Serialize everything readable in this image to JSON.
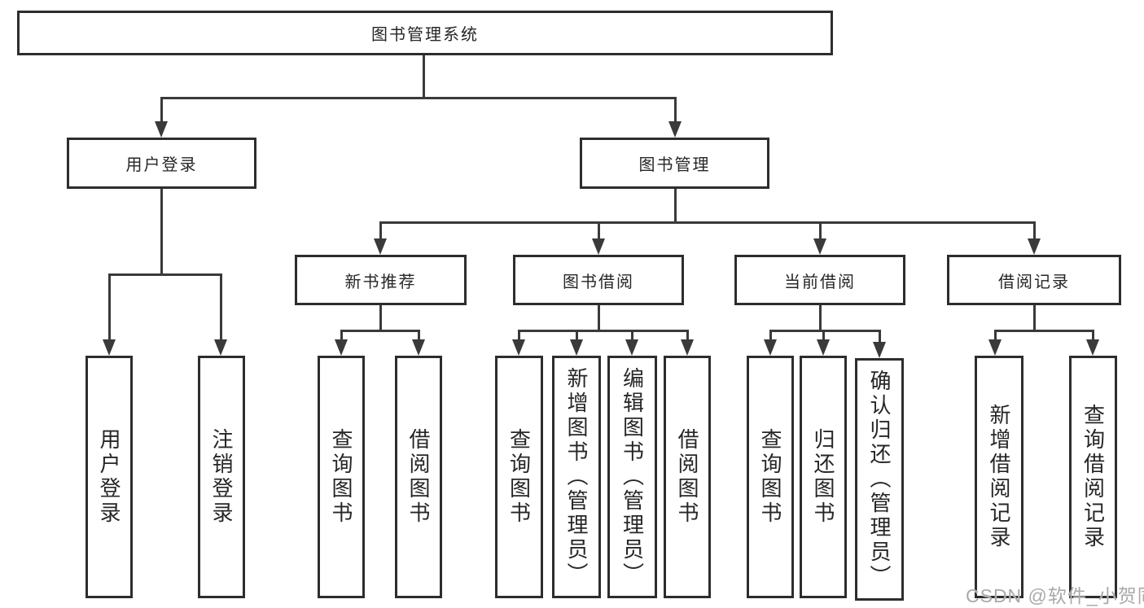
{
  "nodes": {
    "root": "图书管理系统",
    "user_login": "用户登录",
    "book_management": "图书管理",
    "new_book_recommend": "新书推荐",
    "book_borrow": "图书借阅",
    "current_borrow": "当前借阅",
    "borrow_records": "借阅记录",
    "ul_user_login": "用户登录",
    "ul_logout": "注销登录",
    "nb_query_books": "查询图书",
    "nb_borrow_books": "借阅图书",
    "bb_query_books": "查询图书",
    "bb_add_books": "新增图书（管理员）",
    "bb_edit_books": "编辑图书（管理员）",
    "bb_borrow_books": "借阅图书",
    "cb_query_books": "查询图书",
    "cb_return_books": "归还图书",
    "cb_confirm_return": "确认归还（管理员）",
    "br_add_record": "新增借阅记录",
    "br_query_record": "查询借阅记录"
  },
  "watermark": "CSDN @软件_小贺同学",
  "colors": {
    "background": "#ffffff",
    "box_border": "#2d2d2d",
    "connector": "#3a3a3a",
    "text": "#262626",
    "watermark": "#a9a9a9"
  }
}
